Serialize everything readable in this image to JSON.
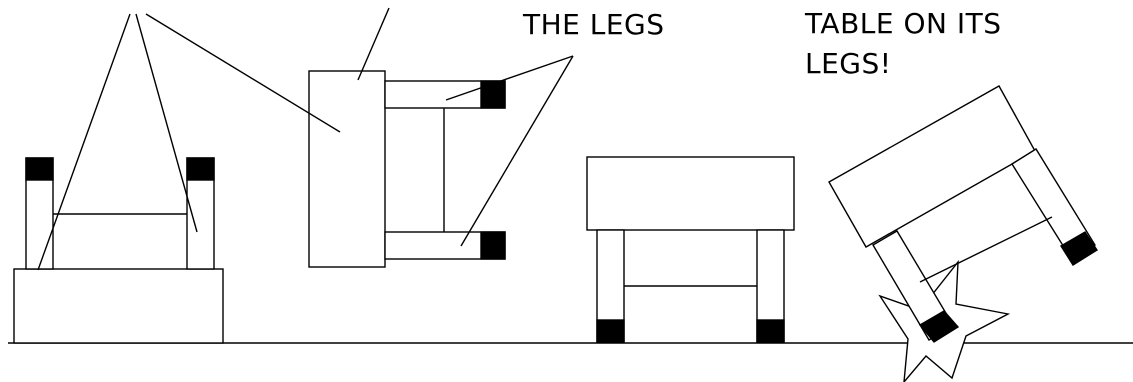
{
  "labels": {
    "legs": "THE LEGS",
    "table_line1": "TABLE ON ITS",
    "table_line2": "LEGS!"
  },
  "colors": {
    "stroke": "#000000",
    "fill": "#ffffff",
    "foot": "#000000"
  }
}
